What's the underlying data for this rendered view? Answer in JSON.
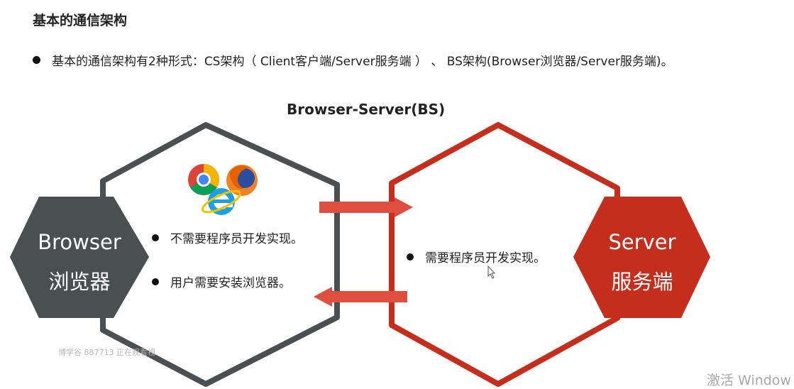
{
  "header": {
    "title": "基本的通信架构",
    "bullet": "基本的通信架构有2种形式：CS架构（ Client客户端/Server服务端 ） 、 BS架构(Browser浏览器/Server服务端)。"
  },
  "diagram": {
    "title": "Browser-Server(BS)",
    "browser": {
      "label_en": "Browser",
      "label_cn": "浏览器",
      "points": [
        "不需要程序员开发实现。",
        "用户需要安装浏览器。"
      ]
    },
    "server": {
      "label_en": "Server",
      "label_cn": "服务端",
      "points": [
        "需要程序员开发实现。"
      ]
    },
    "colors": {
      "browser": "#4a4f52",
      "server": "#c52d1c",
      "arrow": "#de4f3f"
    },
    "icons": [
      "chrome-icon",
      "firefox-icon",
      "ie-icon"
    ]
  },
  "overlay": {
    "watermark": "博学谷 887713 正在观看视",
    "activate": "激活 Window"
  }
}
